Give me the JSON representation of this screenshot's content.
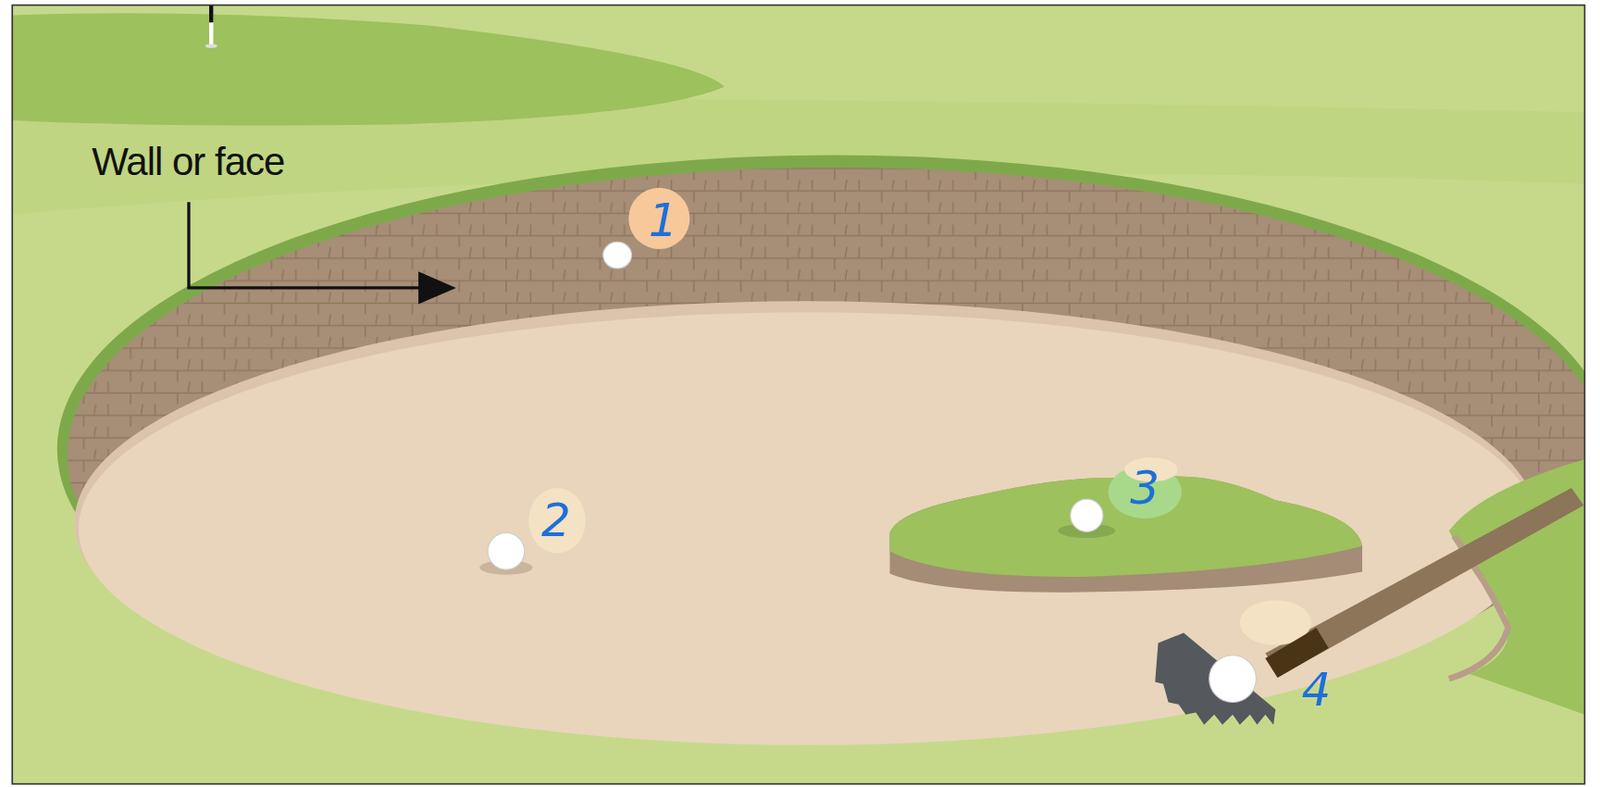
{
  "diagram": {
    "labels": [
      "Wall or face",
      "1",
      "2",
      "3",
      "4"
    ]
  }
}
